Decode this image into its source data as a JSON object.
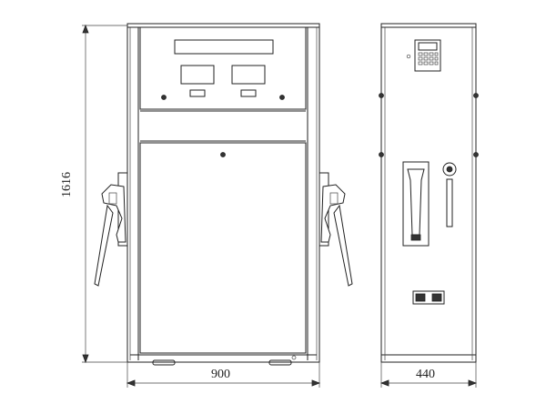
{
  "dimensions": {
    "height": "1616",
    "width": "900",
    "depth": "440"
  },
  "colors": {
    "line": "#222222",
    "background": "#ffffff"
  },
  "icons": {
    "front_nozzle_left": "fuel-nozzle-icon",
    "front_nozzle_right": "fuel-nozzle-icon",
    "side_keypad": "keypad-icon",
    "side_nozzle": "fuel-nozzle-icon",
    "side_card_reader": "card-reader-icon"
  }
}
